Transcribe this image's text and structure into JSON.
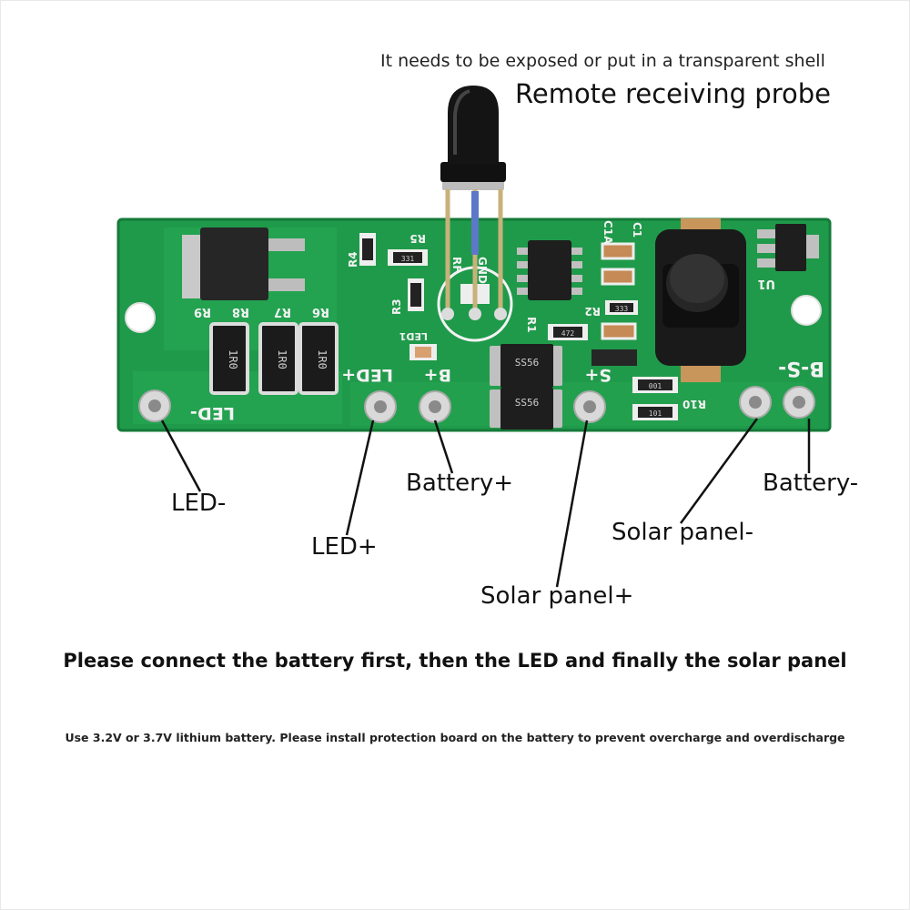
{
  "annotations": {
    "top_note": "It needs to be exposed or put in a transparent shell",
    "probe_title": "Remote receiving probe"
  },
  "terminals": {
    "led_minus": "LED-",
    "led_plus": "LED+",
    "battery_plus": "Battery+",
    "solar_plus": "Solar panel+",
    "solar_minus": "Solar panel-",
    "battery_minus": "Battery-"
  },
  "instructions": {
    "main": "Please connect the battery first, then the LED and finally the solar panel",
    "sub": "Use 3.2V or 3.7V lithium battery. Please install protection board on the battery to prevent overcharge and overdischarge"
  },
  "board_silkscreen": {
    "led_minus_pad": "LED-",
    "led_plus_pad": "LED+",
    "b_plus_pad": "B+",
    "s_plus_pad": "S+",
    "b_s_pads": "B-S-",
    "resistor_labels": [
      "R9",
      "R8",
      "R7",
      "R6",
      "R4",
      "R5",
      "R3",
      "R2",
      "R1",
      "R10",
      "C1",
      "C1A",
      "U1",
      "LED1",
      "RF",
      "GND"
    ],
    "resistor_value": "1R0",
    "diode_marking": "SS56",
    "smd_codes": [
      "331",
      "101",
      "472",
      "001",
      "333"
    ]
  },
  "colors": {
    "pcb_green": "#1f9a4a",
    "pcb_edge": "#157a39",
    "pad_silver": "#d9d9d9",
    "silkscreen": "#f2f2f2",
    "background": "#ffffff"
  }
}
